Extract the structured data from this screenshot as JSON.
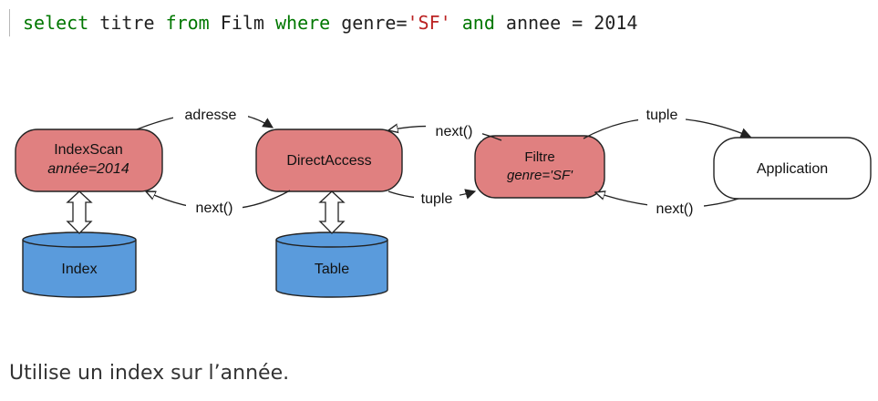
{
  "query": {
    "select_kw": "select",
    "titre": "titre",
    "from_kw": "from",
    "film": "Film",
    "where_kw": "where",
    "genre_eq": "genre=",
    "sf_literal": "'SF'",
    "and_kw": "and",
    "annee_eq": "annee = 2014"
  },
  "diagram": {
    "nodes": {
      "indexscan": {
        "title": "IndexScan",
        "subtitle": "année=2014"
      },
      "directaccess": {
        "title": "DirectAccess"
      },
      "filtre": {
        "title": "Filtre",
        "subtitle": "genre='SF'"
      },
      "application": {
        "title": "Application"
      },
      "index": {
        "title": "Index"
      },
      "table": {
        "title": "Table"
      }
    },
    "edges": {
      "adresse": "adresse",
      "next_1": "next()",
      "next_2": "next()",
      "tuple_1": "tuple",
      "tuple_2": "tuple",
      "next_3": "next()"
    },
    "colors": {
      "operator_fill": "#e08080",
      "storage_fill": "#5a9bdc",
      "application_fill": "#ffffff",
      "stroke": "#222222"
    }
  },
  "caption": "Utilise un index sur l’année."
}
